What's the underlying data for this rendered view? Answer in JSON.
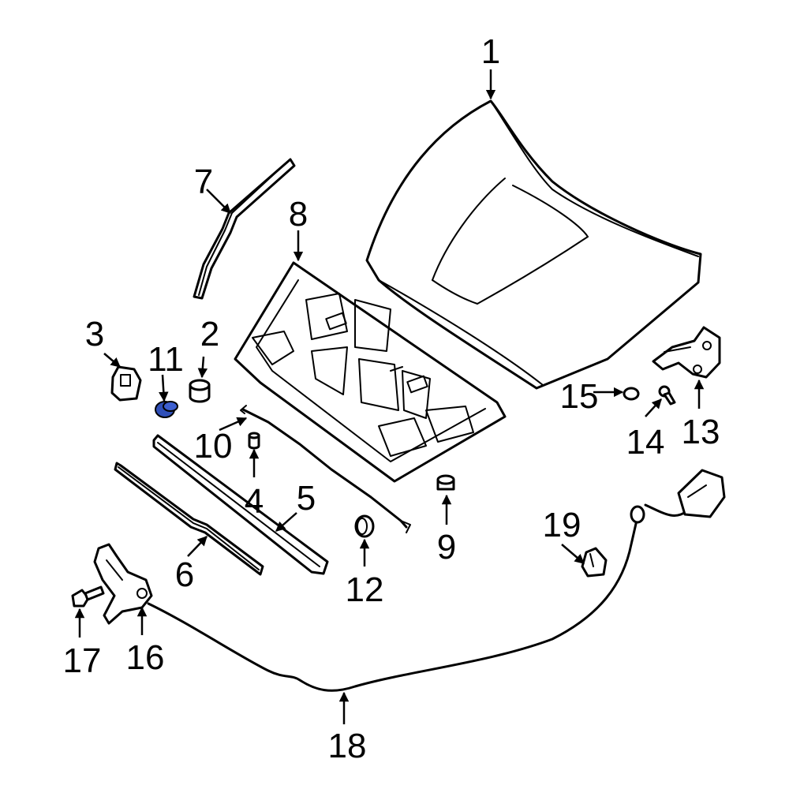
{
  "callouts": {
    "c1": "1",
    "c2": "2",
    "c3": "3",
    "c4": "4",
    "c5": "5",
    "c6": "6",
    "c7": "7",
    "c8": "8",
    "c9": "9",
    "c10": "10",
    "c11": "11",
    "c12": "12",
    "c13": "13",
    "c14": "14",
    "c15": "15",
    "c16": "16",
    "c17": "17",
    "c18": "18",
    "c19": "19"
  },
  "colors": {
    "line": "#000000",
    "highlight": "#2f4fb8",
    "background": "#ffffff"
  }
}
